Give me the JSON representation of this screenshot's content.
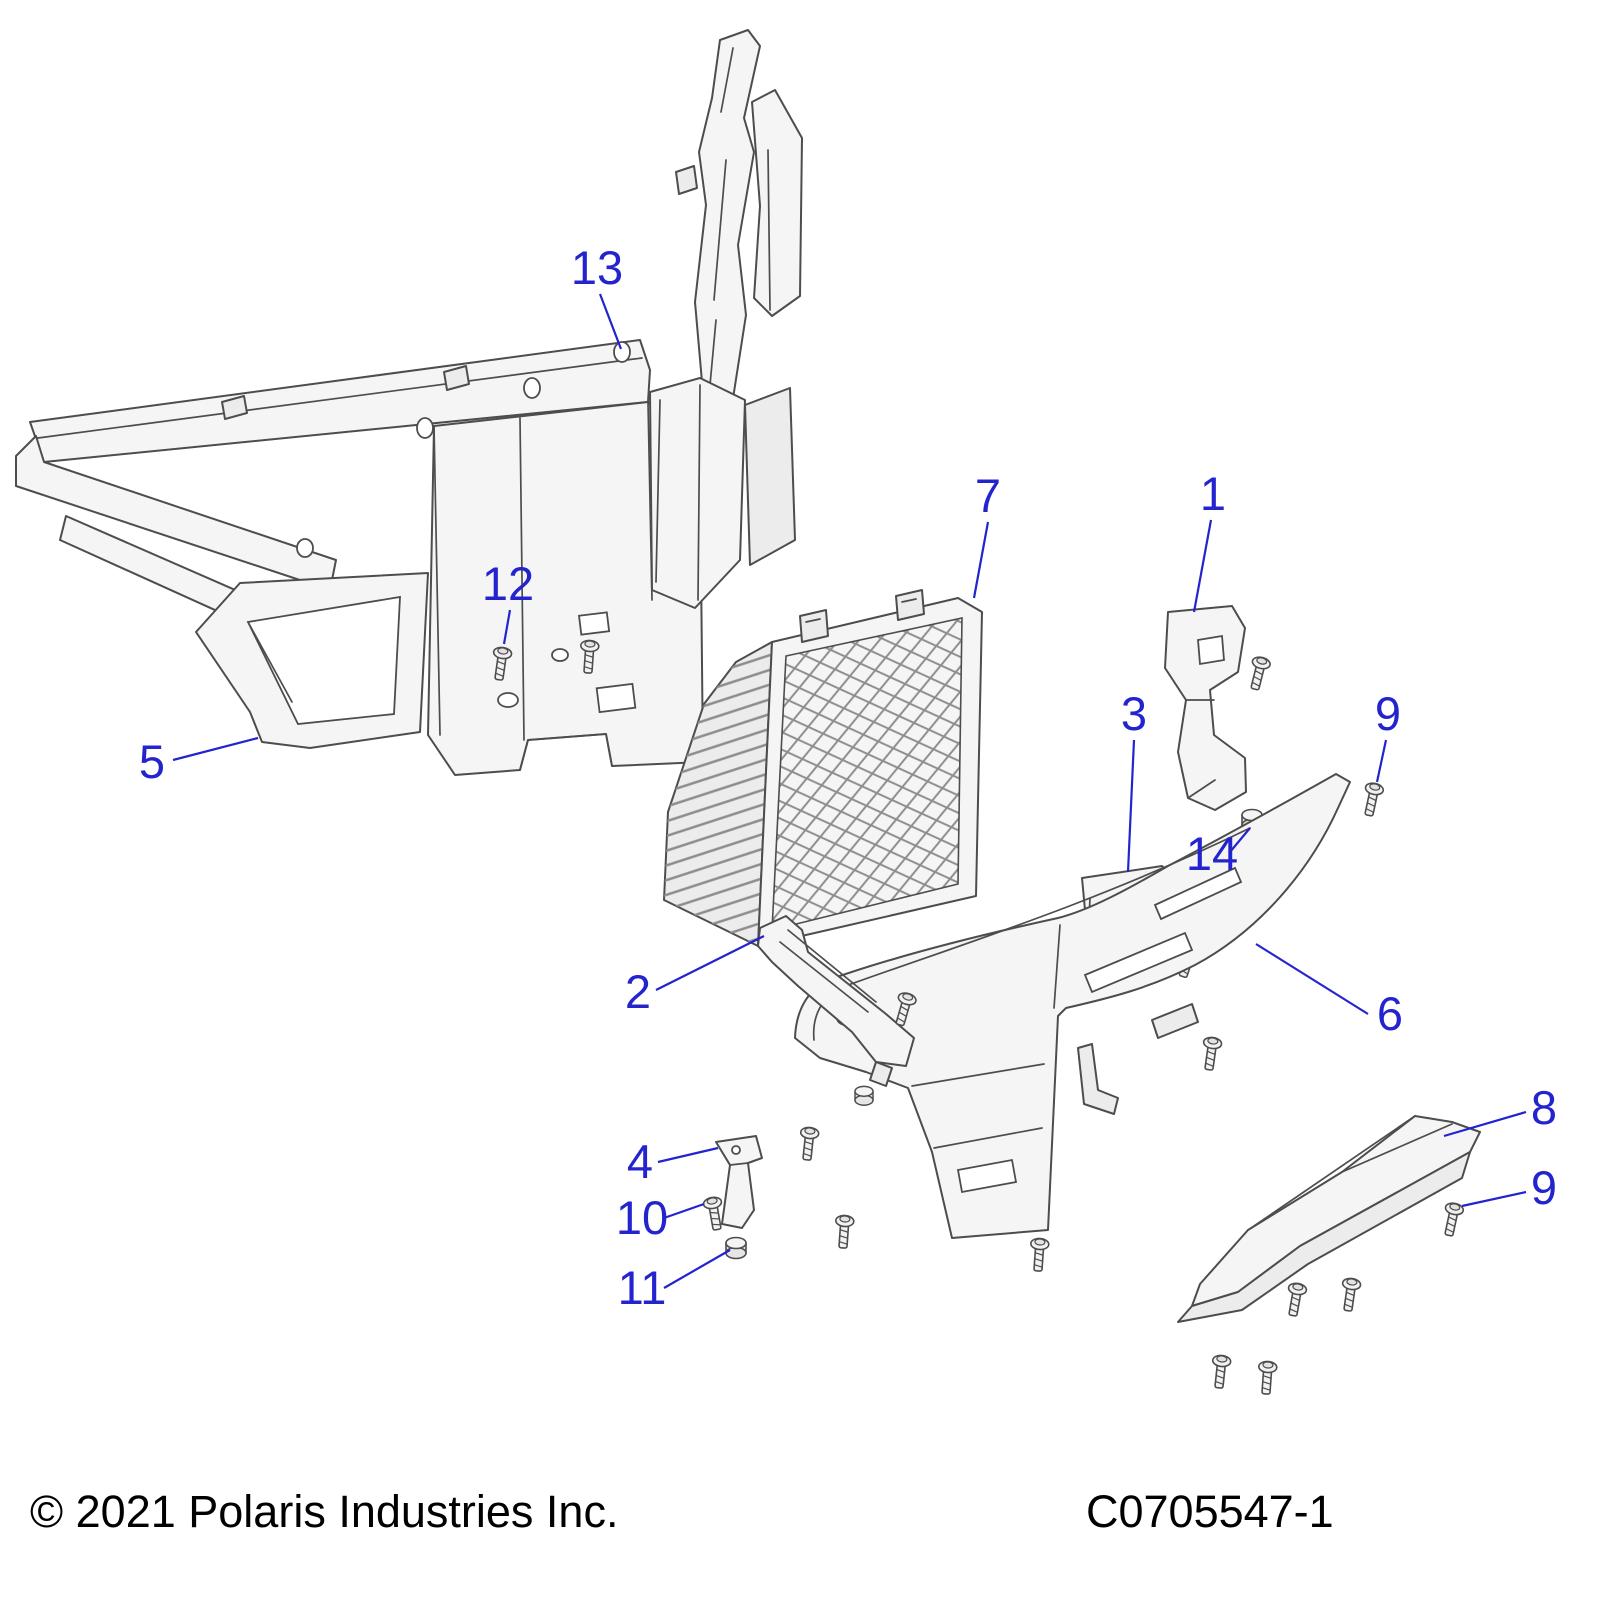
{
  "diagram": {
    "description": "Exploded parts diagram - front bumper assembly",
    "accent_color": "#2424cf",
    "line_color": "#4d4d4d"
  },
  "callouts": {
    "c1": {
      "label": "1"
    },
    "c2": {
      "label": "2"
    },
    "c3": {
      "label": "3"
    },
    "c4": {
      "label": "4"
    },
    "c5": {
      "label": "5"
    },
    "c6": {
      "label": "6"
    },
    "c7": {
      "label": "7"
    },
    "c8": {
      "label": "8"
    },
    "c9_top": {
      "label": "9"
    },
    "c9_bottom": {
      "label": "9"
    },
    "c10": {
      "label": "10"
    },
    "c11": {
      "label": "11"
    },
    "c12": {
      "label": "12"
    },
    "c13": {
      "label": "13"
    },
    "c14": {
      "label": "14"
    }
  },
  "footer": {
    "copyright": "© 2021 Polaris Industries Inc.",
    "part_code": "C0705547-1"
  }
}
